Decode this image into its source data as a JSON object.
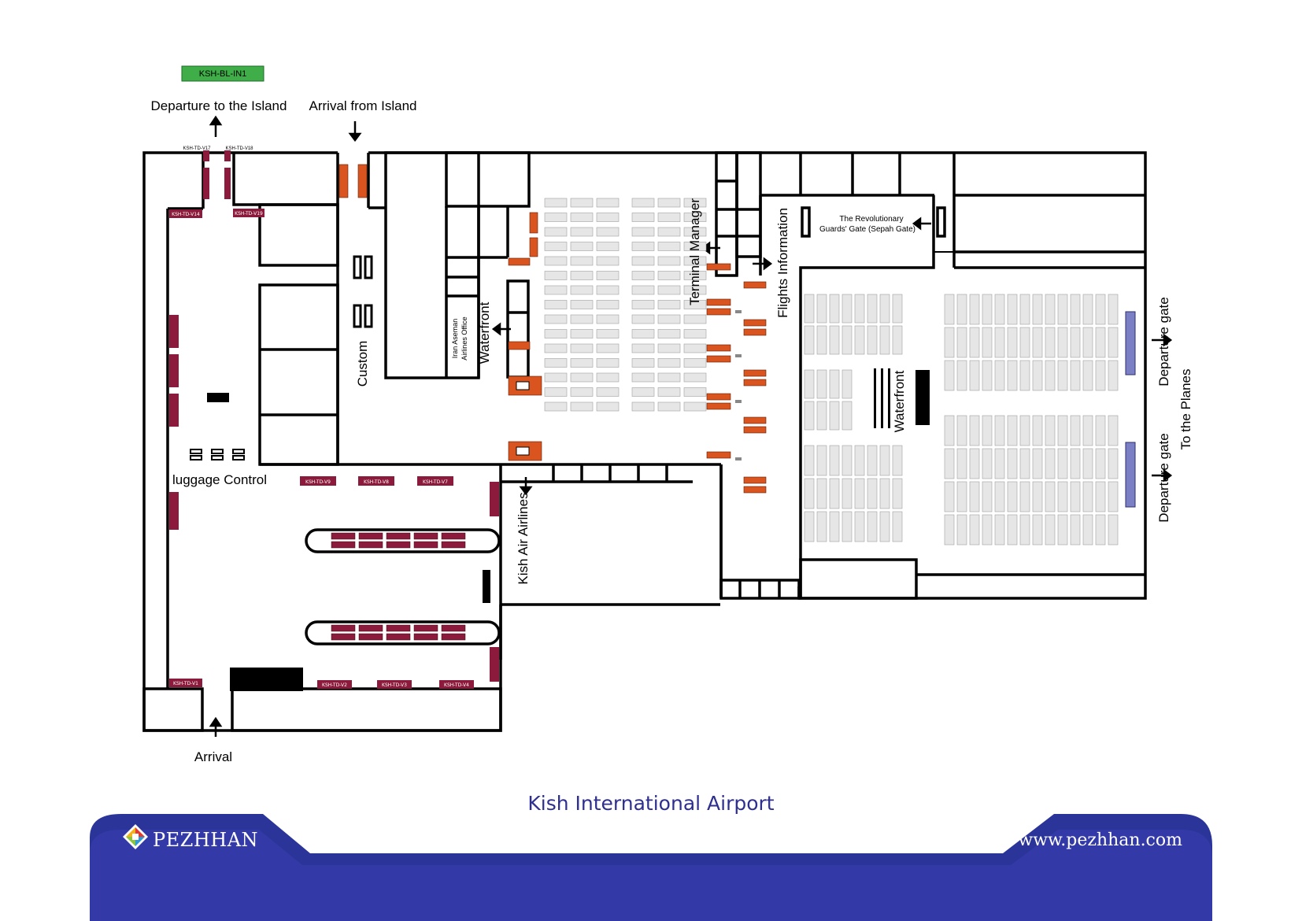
{
  "map": {
    "top_sign": "KSH-BL-IN1",
    "labels": {
      "departure_island": "Departure to the Island",
      "arrival_island": "Arrival from Island",
      "arrival": "Arrival",
      "luggage_control": "luggage Control",
      "custom": "Custom",
      "waterfront_left": "Waterfront",
      "iran_aseman_line1": "Iran Aseman",
      "iran_aseman_line2": "Airlines Office",
      "terminal_manager": "Terminal Manager",
      "flights_information": "Flights Information",
      "revolutionary_gate_line1": "The Revolutionary",
      "revolutionary_gate_line2": "Guards' Gate (Sepah Gate)",
      "waterfront_right": "Waterfront",
      "departure_gate_1": "Departure gate",
      "departure_gate_2": "Departure gate",
      "to_planes": "To the Planes",
      "kish_air": "Kish Air Airlines"
    },
    "tags": {
      "v17": "KSH-TD-V17",
      "v18": "KSH-TD-V18",
      "v14": "KSH-TD-V14",
      "v19": "KSH-TD-V19",
      "v9": "KSH-TD-V9",
      "v8": "KSH-TD-V8",
      "v7": "KSH-TD-V7",
      "v1": "KSH-TD-V1",
      "v2": "KSH-TD-V2",
      "v3": "KSH-TD-V3",
      "v4": "KSH-TD-V4"
    },
    "colors": {
      "walls": "#000000",
      "sign_green": "#3fae49",
      "tag_maroon": "#8b1a3c",
      "tag_orange": "#d9541e",
      "gate_purple": "#7b7fc4",
      "seat_grey": "#d8d8d8",
      "footer_blue": "#2b3499",
      "caption_blue": "#2f2f8f"
    }
  },
  "footer": {
    "title": "Kish International Airport",
    "brand": "PEZHHAN",
    "website": "www.pezhhan.com"
  }
}
